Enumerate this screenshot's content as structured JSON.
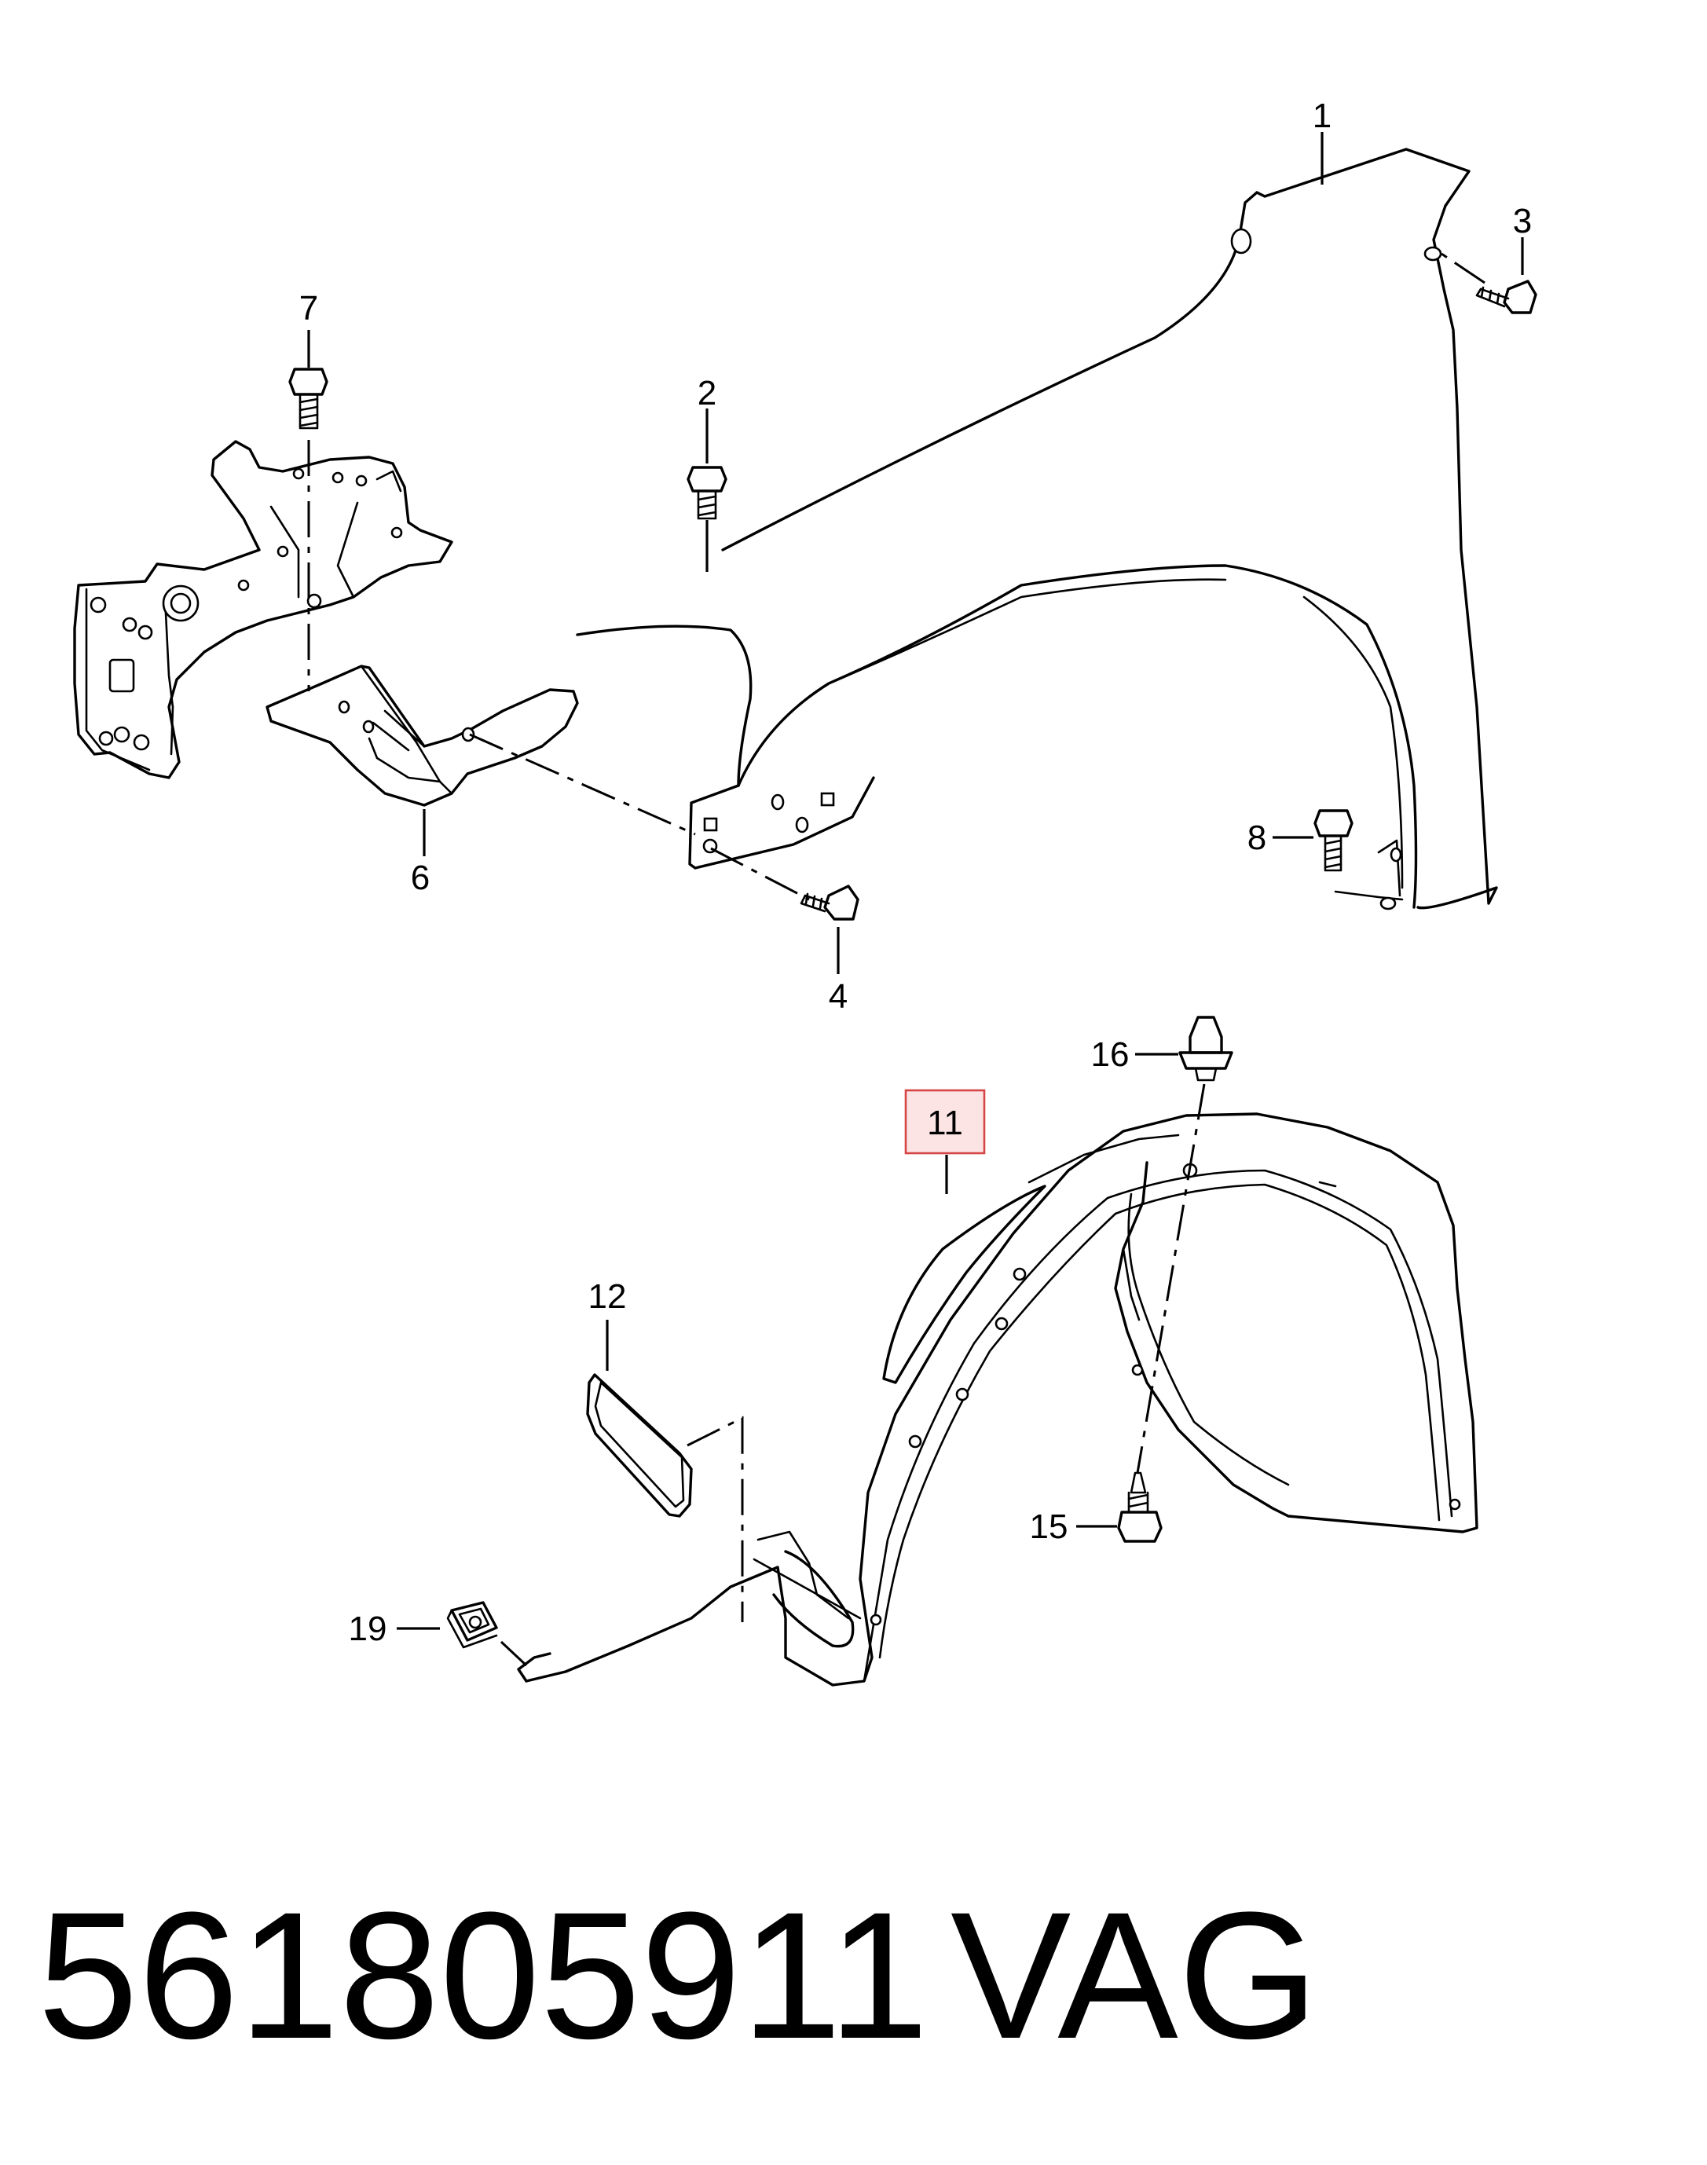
{
  "diagram": {
    "callouts": {
      "c1": "1",
      "c2": "2",
      "c3": "3",
      "c4": "4",
      "c6": "6",
      "c7": "7",
      "c8": "8",
      "c11": "11",
      "c12": "12",
      "c15": "15",
      "c16": "16",
      "c19": "19"
    },
    "highlighted_callout": "11",
    "colors": {
      "line": "#000000",
      "highlight_fill": "#fde4e4",
      "highlight_border": "#d64545"
    }
  },
  "footer": {
    "part_number": "561805911",
    "brand": "VAG"
  }
}
